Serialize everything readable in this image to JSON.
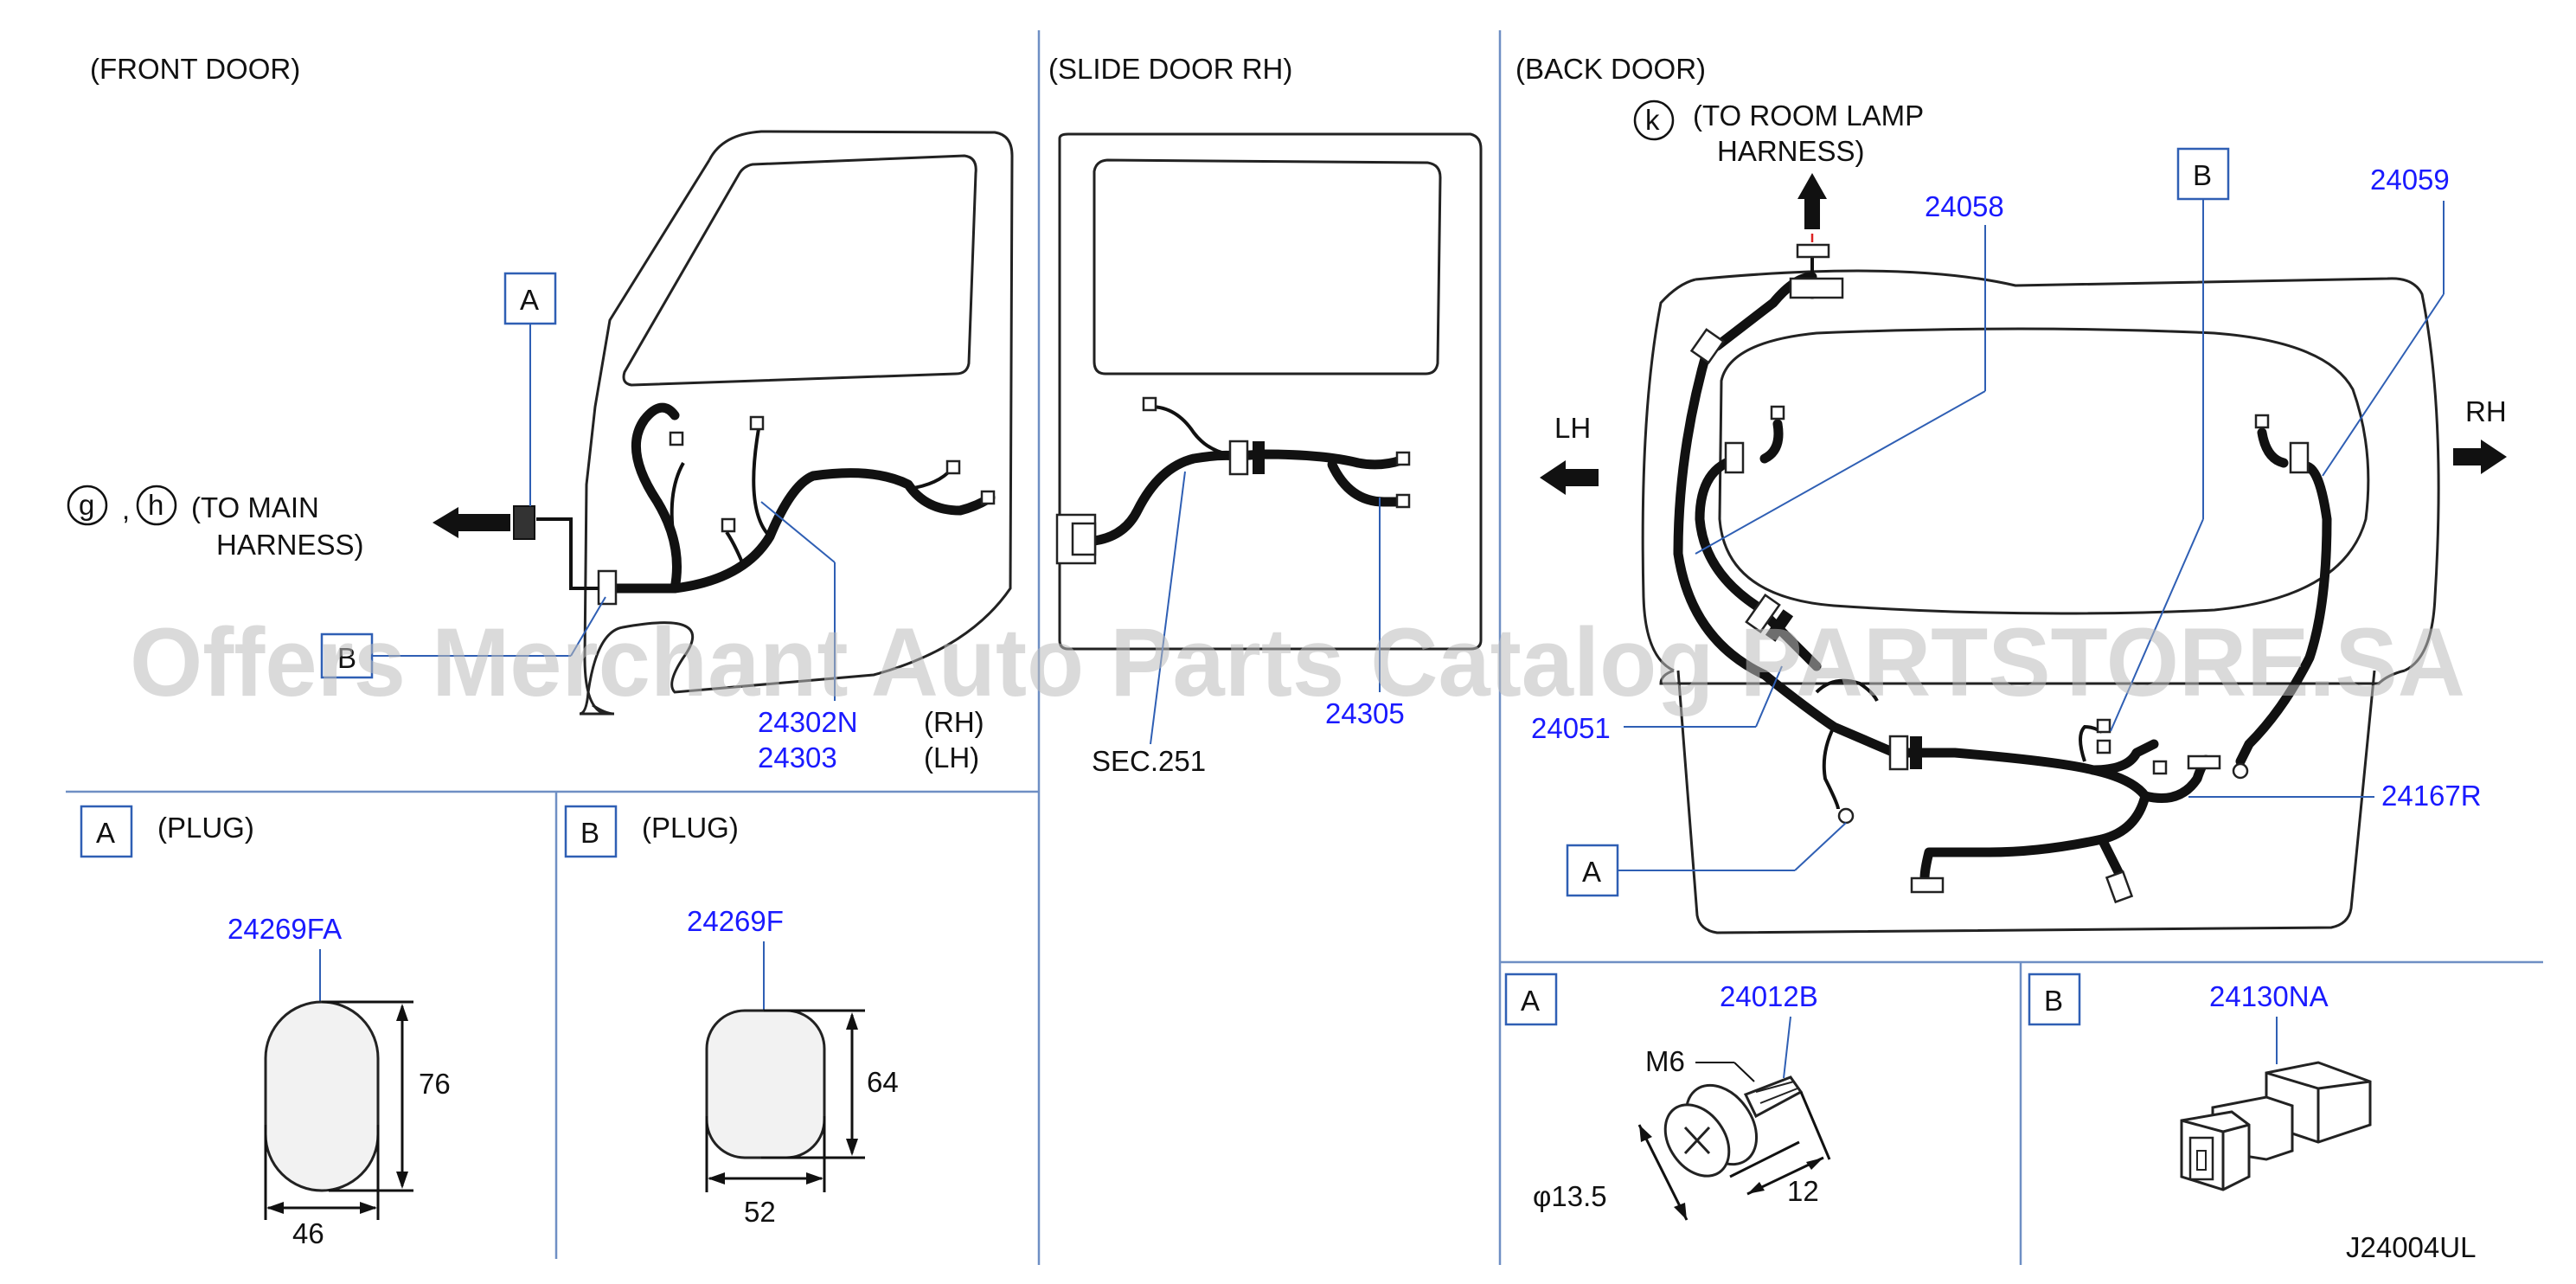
{
  "sections": {
    "front_door": "(FRONT   DOOR)",
    "slide_door": "(SLIDE   DOOR   RH)",
    "back_door": "(BACK   DOOR)"
  },
  "front": {
    "callout_g": "g",
    "comma": ",",
    "callout_h": "h",
    "to_main_1": "(TO   MAIN",
    "to_main_2": "HARNESS)",
    "box_a": "A",
    "box_b": "B",
    "part_rh": "24302N",
    "part_lh": "24303",
    "rh": "(RH)",
    "lh": "(LH)"
  },
  "slide": {
    "sec": "SEC.251",
    "part": "24305"
  },
  "back": {
    "callout_k": "k",
    "to_room_1": "(TO   ROOM   LAMP",
    "to_room_2": "HARNESS)",
    "p24058": "24058",
    "box_b": "B",
    "p24059": "24059",
    "lh": "LH",
    "rh": "RH",
    "p24051": "24051",
    "p24167r": "24167R",
    "box_a": "A"
  },
  "plug_a": {
    "box": "A",
    "title": "(PLUG)",
    "part": "24269FA",
    "height": "76",
    "width": "46"
  },
  "plug_b": {
    "box": "B",
    "title": "(PLUG)",
    "part": "24269F",
    "height": "64",
    "width": "52"
  },
  "bolt": {
    "box": "A",
    "part": "24012B",
    "thread": "M6",
    "diameter": "φ13.5",
    "length": "12"
  },
  "connector": {
    "box": "B",
    "part": "24130NA"
  },
  "diagram_code": "J24004UL",
  "watermark": "Offers Merchant Auto Parts Catalog PARTSTORE.SA"
}
